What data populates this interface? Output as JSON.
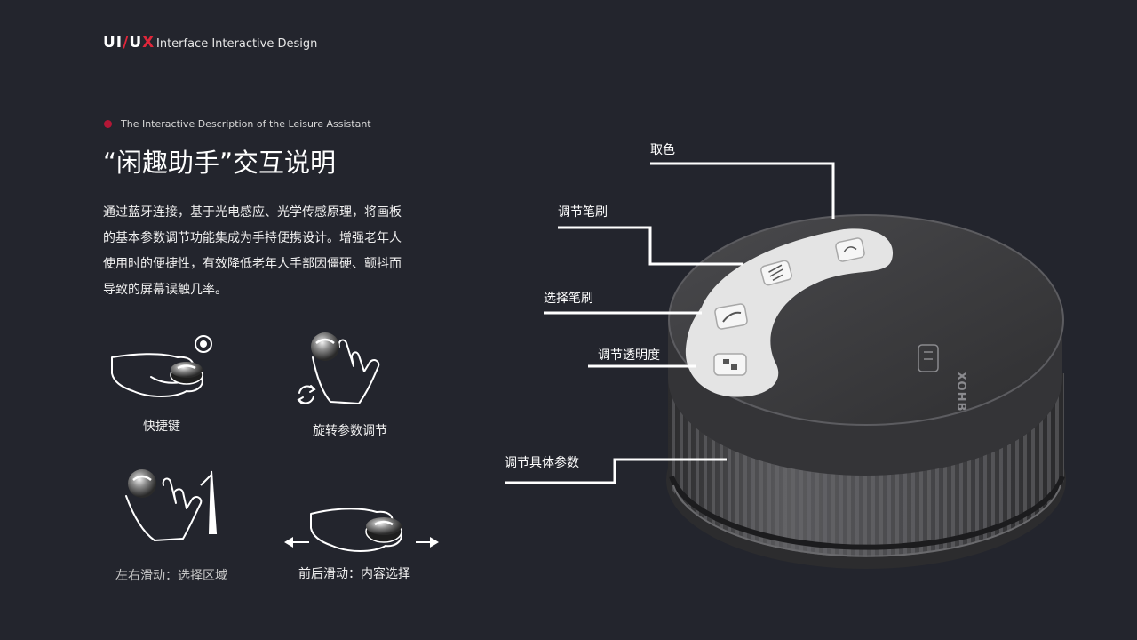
{
  "header": {
    "brand_ui": "UI",
    "brand_slash": "/",
    "brand_u": "U",
    "brand_x": "X",
    "subtitle": "Interface Interactive Design"
  },
  "section": {
    "subtitle": "The Interactive Description of the Leisure Assistant",
    "title": "“闲趣助手”交互说明",
    "description": [
      "通过蓝牙连接，基于光电感应、光学传感原理，将画板",
      "的基本参数调节功能集成为手持便携设计。增强老年人",
      "使用时的便捷性，有效降低老年人手部因僵硬、颤抖而",
      "导致的屏幕误触几率。"
    ]
  },
  "gestures": [
    {
      "label": "快捷键"
    },
    {
      "label": "旋转参数调节"
    },
    {
      "label": "左右滑动：选择区域"
    },
    {
      "label": "前后滑动：内容选择"
    }
  ],
  "callouts": [
    {
      "label": "取色"
    },
    {
      "label": "调节笔刷"
    },
    {
      "label": "选择笔刷"
    },
    {
      "label": "调节透明度"
    },
    {
      "label": "调节具体参数"
    }
  ],
  "device": {
    "logo_text": "XOHB",
    "body_color": "#3b3b3d",
    "panel_color": "#e4e4e4"
  },
  "colors": {
    "background": "#23252d",
    "accent_red": "#e0263a",
    "bullet": "#b31736"
  }
}
